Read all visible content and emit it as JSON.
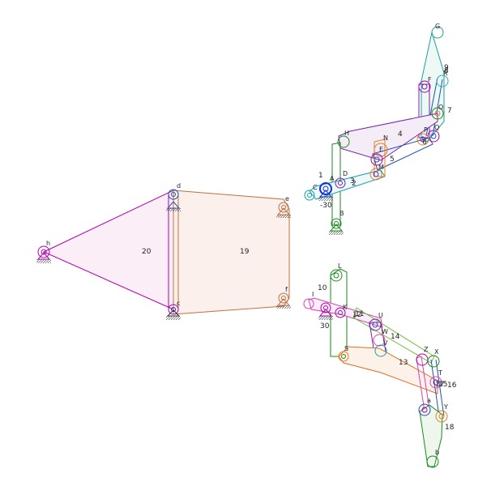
{
  "diagram": {
    "link_numbers": [
      "1",
      "2",
      "3",
      "4",
      "5",
      "6",
      "7",
      "8",
      "9",
      "10",
      "11",
      "12",
      "13",
      "14",
      "15",
      "16",
      "17",
      "18",
      "19",
      "20",
      "30",
      "-30"
    ],
    "joint_labels": [
      "A",
      "B",
      "C",
      "D",
      "E",
      "F",
      "G",
      "H",
      "K",
      "L",
      "M",
      "N",
      "O",
      "P",
      "Q",
      "R",
      "S",
      "T",
      "U",
      "V",
      "W",
      "X",
      "Y",
      "Z",
      "a",
      "b",
      "c",
      "d",
      "e",
      "f",
      "h",
      "I",
      "J"
    ],
    "colors": {
      "magenta": "#b000b0",
      "brown": "#b05a20",
      "green": "#1a8a1a",
      "teal": "#18a0a0",
      "blue": "#1030d0",
      "purple": "#7a20b0",
      "orange": "#e08020",
      "cyan": "#20b0c8",
      "pink": "#e040b0",
      "lime": "#70c040",
      "navy": "#2050b0"
    }
  }
}
